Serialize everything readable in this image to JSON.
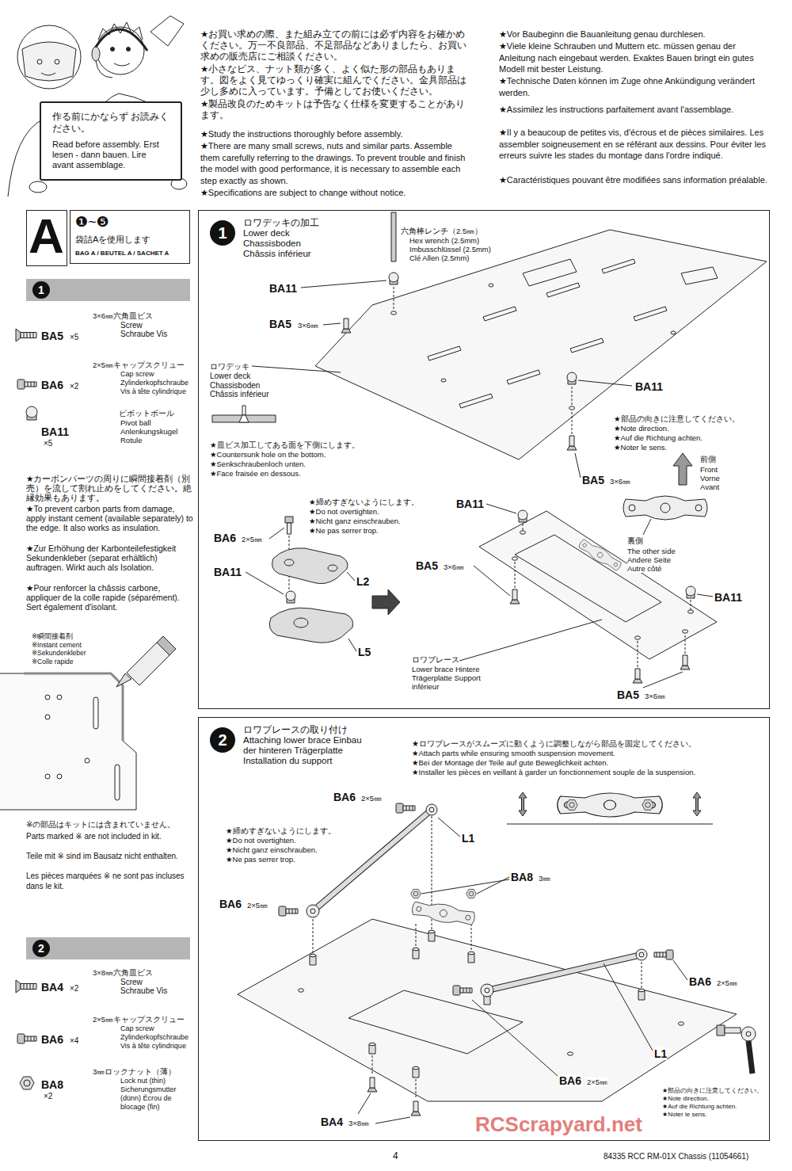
{
  "diagram": {
    "nodes": [
      {
        "text": [
          "作る前にかならず お読みください。",
          "Read before assembly. Erst lesen - dann bauen. Lire avant assemblage."
        ]
      },
      {
        "text": [
          "A"
        ]
      },
      {
        "text": [
          "❶~❺",
          "袋詰Aを使用します",
          "BAG A / BEUTEL A / SACHET A"
        ]
      },
      {
        "text": [
          "1"
        ]
      },
      {
        "text": [
          "2"
        ]
      },
      {
        "text": [
          "1",
          "ロワデッキの加工 Lower deck Chassisboden Châssis inférieur"
        ]
      },
      {
        "text": [
          "2",
          "ロワブレースの取り付け Attaching lower brace Einbau der hinteren Trägerplatte Installation du support"
        ]
      }
    ],
    "labels": [
      "★お買い求めの際、また組み立ての前には必ず内容をお確かめください。万一不良部品、不足部品などありましたら、お買い求めの販売店にご相談ください。",
      "★小さなビス、ナット類が多く、よく似た形の部品もあります。図をよく見てゆっくり確実に組んでください。金具部品は少し多めに入っています。予備としてお使いください。",
      "★製品改良のためキットは予告なく仕様を変更することがあります。",
      "★Study the instructions thoroughly before assembly.",
      "★There are many small screws, nuts and similar parts. Assemble them carefully referring to the drawings. To prevent trouble and finish the model with good performance, it is necessary to assemble each step exactly as shown.",
      "★Specifications are subject to change without notice.",
      "★Vor Baubeginn die Bauanleitung genau durchlesen.",
      "★Viele kleine Schrauben und Muttern etc. müssen genau der Anleitung nach eingebaut werden. Exaktes Bauen bringt ein gutes Modell mit bester Leistung.",
      "★Technische Daten können im Zuge ohne Ankündigung verändert werden.",
      "★Assimilez les instructions parfaitement avant l'assemblage.",
      "★Il y a beaucoup de petites vis, d'écrous et de pièces similaires. Les assembler soigneusement en se référant aux dessins. Pour éviter les erreurs suivre les stades du montage dans l'ordre indiqué.",
      "★Caractéristiques pouvant être modifiées sans information préalable.",
      "BA5",
      "×5",
      "3×6㎜六角皿ビス",
      "Screw Schraube Vis",
      "BA6",
      "×2",
      "2×5㎜キャップスクリュー",
      "Cap screw Zylinderkopfschraube Vis à tête cylindrique",
      "BA11",
      "×5",
      "ピボットボール",
      "Pivot ball Anlenkungskugel Rotule",
      "★カーボンパーツの周りに瞬間接着剤（別売）を流して割れ止めをしてください。絶縁効果もあります。",
      "★To prevent carbon parts from damage, apply instant cement (available separately) to the edge. It also works as insulation.",
      "★Zur Erhöhung der Karbonteilefestigkeit Sekundenkleber (separat erhältlich) auftragen. Wirkt auch als Isolation.",
      "★Pour renforcer la châssis carbone, appliquer de la colle rapide (séparément). Sert également d'isolant.",
      "※瞬間接着剤 ※Instant cement ※Sekundenkleber ※Colle rapide",
      "※の部品はキットには含まれていません。",
      "Parts marked ※ are not included in kit.",
      "Teile mit ※ sind im Bausatz nicht enthalten.",
      "Les pièces marquées ※ ne sont pas incluses dans le kit.",
      "BA4",
      "×2",
      "3×8㎜六角皿ビス",
      "Screw Schraube Vis",
      "BA6",
      "×4",
      "2×5㎜キャップスクリュー",
      "Cap screw Zylinderkopfschraube Vis à tête cylindrique",
      "BA8",
      "×2",
      "3㎜ロックナット（薄）",
      "Lock nut (thin) Sicherungsmutter (dünn) Écrou de blocage (fin)",
      "六角棒レンチ（2.5㎜）",
      "Hex wrench (2.5mm) Imbusschlüssel (2.5mm) Clé Allen (2.5mm)",
      "BA11",
      "BA5",
      "3×6㎜",
      "ロワデッキ",
      "Lower deck Chassisboden Châssis inférieur",
      "BA11",
      "★皿ビス加工してある面を下側にします。",
      "★Countersunk hole on the bottom.",
      "★Senkschraubenloch unten.",
      "★Face fraisée en dessous.",
      "★部品の向きに注意してください。",
      "★Note direction.",
      "★Auf die Richtung achten.",
      "★Noter le sens.",
      "前側",
      "Front Vorne Avant",
      "BA5",
      "3×6㎜",
      "裏側",
      "The other side Andere Seite Autre côté",
      "★締めすぎないようにします。",
      "★Do not overtighten.",
      "★Nicht ganz einschrauben.",
      "★Ne pas serrer trop.",
      "BA6",
      "2×5㎜",
      "BA11",
      "L2",
      "L5",
      "BA11",
      "BA5",
      "3×6㎜",
      "BA11",
      "ロワブレース",
      "Lower brace Hintere Trägerplatte Support inférieur",
      "BA5",
      "3×6㎜",
      "★ロワブレースがスムーズに動くように調整しながら部品を固定してください。",
      "★Attach parts while ensuring smooth suspension movement.",
      "★Bei der Montage der Teile auf gute Beweglichkeit achten.",
      "★Installer les pièces en veillant à garder un fonctionnement souple de la suspension.",
      "BA6",
      "2×5㎜",
      "★締めすぎないようにします。",
      "★Do not overtighten.",
      "★Nicht ganz einschrauben.",
      "★Ne pas serrer trop.",
      "L1",
      "BA6",
      "2×5㎜",
      "BA8",
      "3㎜",
      "BA6",
      "2×5㎜",
      "L1",
      "BA6",
      "2×5㎜",
      "★部品の向きに注意してください。",
      "★Note direction.",
      "★Auf die Richtung achten.",
      "★Noter le sens.",
      "BA4",
      "3×8㎜",
      "4",
      "84335 RCC RM-01X Chassis (11054661)",
      "RCScrapyard.net"
    ]
  }
}
